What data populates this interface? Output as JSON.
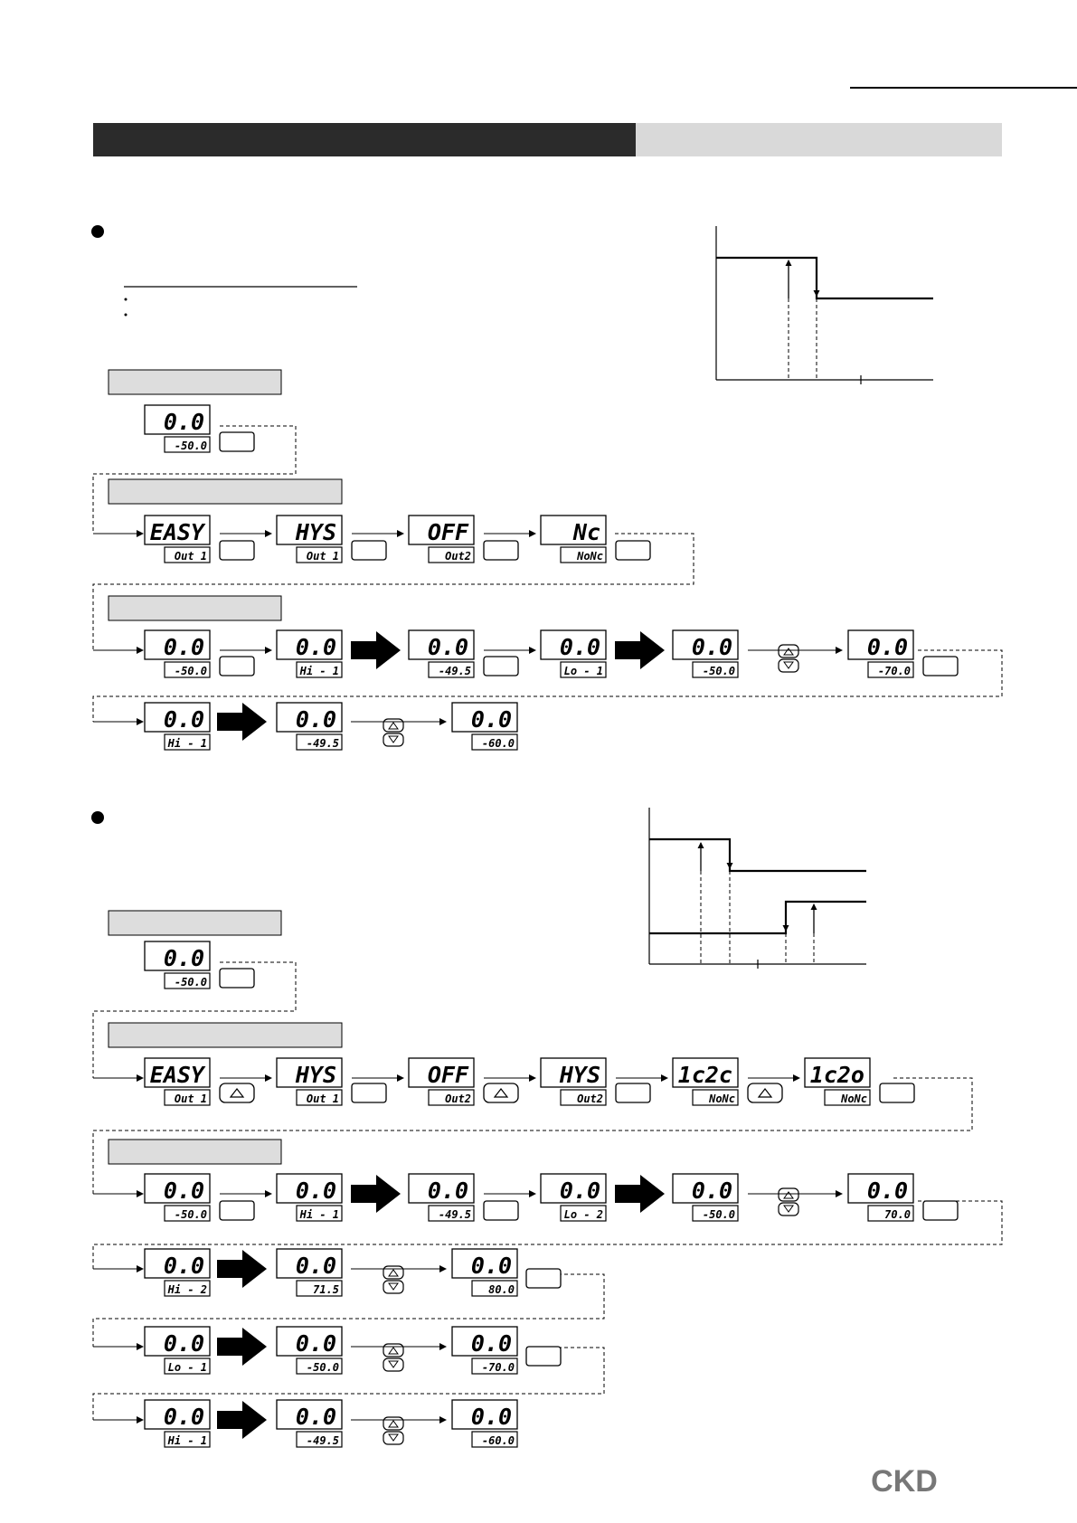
{
  "logo": "CKD",
  "example1": {
    "group1": [
      {
        "main": "0.0",
        "sub": "-50.0"
      }
    ],
    "group2": [
      {
        "main": "EASY",
        "sub": "Out 1"
      },
      {
        "main": "HYS",
        "sub": "Out 1"
      },
      {
        "main": "OFF",
        "sub": "Out2"
      },
      {
        "main": "Nc",
        "sub": "NoNc"
      }
    ],
    "row3": [
      {
        "main": "0.0",
        "sub": "-50.0"
      },
      {
        "main": "0.0",
        "sub": "Hi - 1"
      },
      {
        "main": "0.0",
        "sub": "-49.5"
      },
      {
        "main": "0.0",
        "sub": "Lo - 1"
      },
      {
        "main": "0.0",
        "sub": "-50.0"
      },
      {
        "main": "0.0",
        "sub": "-70.0"
      }
    ],
    "row4": [
      {
        "main": "0.0",
        "sub": "Hi - 1"
      },
      {
        "main": "0.0",
        "sub": "-49.5"
      },
      {
        "main": "0.0",
        "sub": "-60.0"
      }
    ]
  },
  "example2": {
    "group1": [
      {
        "main": "0.0",
        "sub": "-50.0"
      }
    ],
    "group2": [
      {
        "main": "EASY",
        "sub": "Out 1"
      },
      {
        "main": "HYS",
        "sub": "Out 1"
      },
      {
        "main": "OFF",
        "sub": "Out2"
      },
      {
        "main": "HYS",
        "sub": "Out2"
      },
      {
        "main": "1c2c",
        "sub": "NoNc"
      },
      {
        "main": "1c2o",
        "sub": "NoNc"
      }
    ],
    "row3": [
      {
        "main": "0.0",
        "sub": "-50.0"
      },
      {
        "main": "0.0",
        "sub": "Hi - 1"
      },
      {
        "main": "0.0",
        "sub": "-49.5"
      },
      {
        "main": "0.0",
        "sub": "Lo - 2"
      },
      {
        "main": "0.0",
        "sub": "-50.0"
      },
      {
        "main": "0.0",
        "sub": "70.0"
      }
    ],
    "row4": [
      {
        "main": "0.0",
        "sub": "Hi - 2"
      },
      {
        "main": "0.0",
        "sub": "71.5"
      },
      {
        "main": "0.0",
        "sub": "80.0"
      }
    ],
    "row5": [
      {
        "main": "0.0",
        "sub": "Lo - 1"
      },
      {
        "main": "0.0",
        "sub": "-50.0"
      },
      {
        "main": "0.0",
        "sub": "-70.0"
      }
    ],
    "row6": [
      {
        "main": "0.0",
        "sub": "Hi - 1"
      },
      {
        "main": "0.0",
        "sub": "-49.5"
      },
      {
        "main": "0.0",
        "sub": "-60.0"
      }
    ]
  },
  "icons": {
    "set_button": "set-key-icon",
    "up_button": "up-key-icon",
    "updown_button": "up-down-key-icon",
    "step_arrow": "big-right-arrow-icon"
  },
  "colors": {
    "header_dark": "#2b2b2b",
    "header_light": "#d9d9d9",
    "label_box": "#dddddd"
  }
}
